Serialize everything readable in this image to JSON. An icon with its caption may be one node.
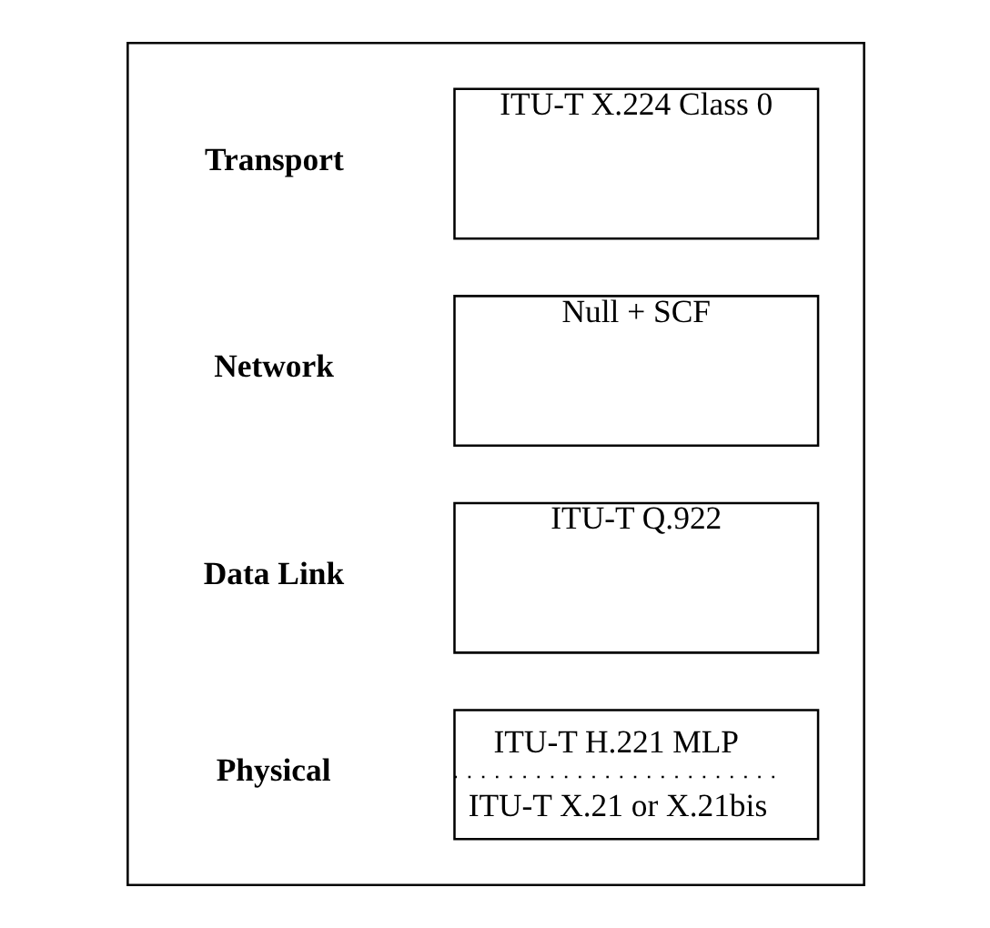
{
  "diagram": {
    "nodes": [
      {
        "text": [],
        "shape": "box"
      },
      {
        "text": [
          "ITU-T X.224 Class 0"
        ],
        "beside": [
          "Transport"
        ],
        "in": 0
      },
      {
        "text": [
          "Null + SCF"
        ],
        "beside": [
          "Network"
        ],
        "in": 0
      },
      {
        "text": [
          "ITU-T Q.922"
        ],
        "beside": [
          "Data Link"
        ],
        "in": 0
      },
      {
        "text": [
          "ITU-T H.221 MLP",
          "ITU-T X.21 or X.21bis"
        ],
        "beside": [
          "Physical"
        ],
        "in": 0
      }
    ],
    "edges": []
  }
}
